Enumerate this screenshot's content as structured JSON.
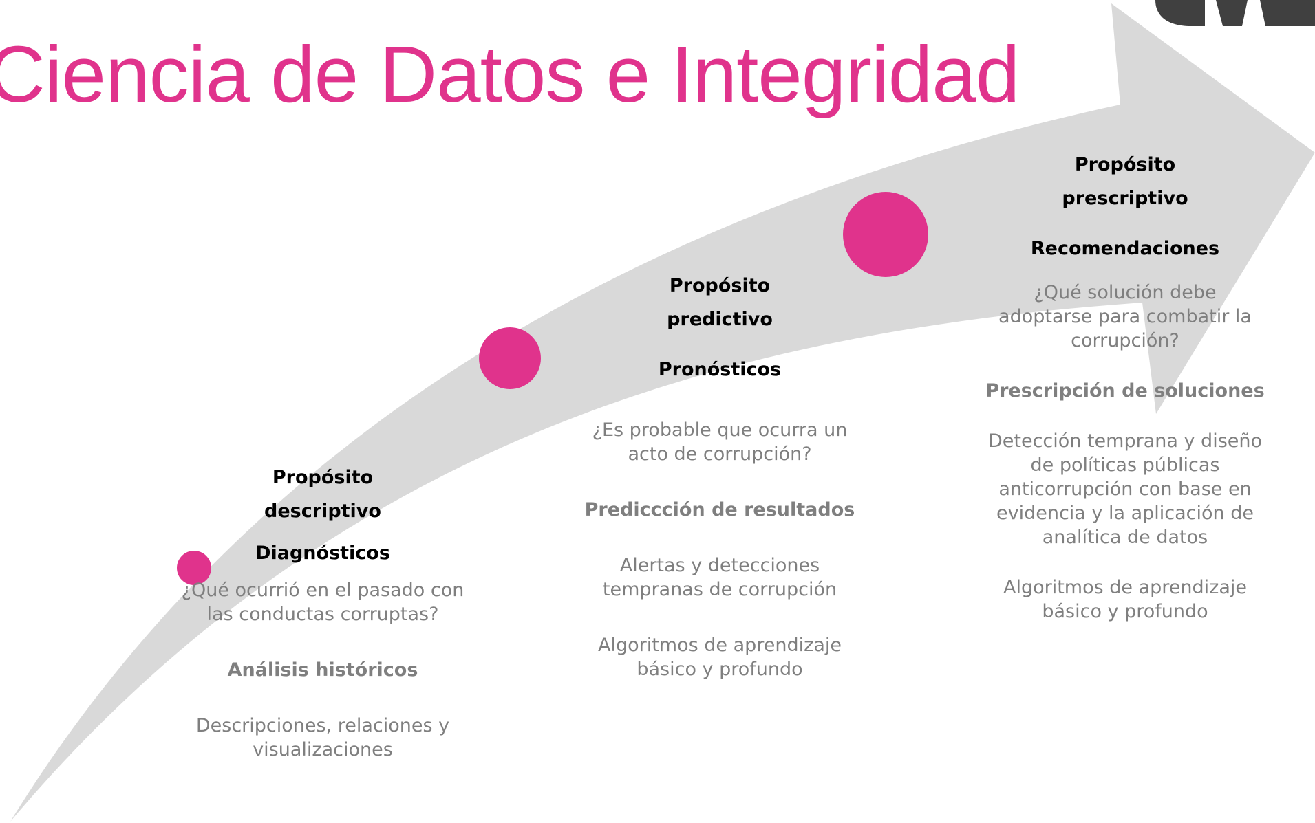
{
  "title": "Ciencia de Datos e Integridad",
  "colors": {
    "accent": "#E0338C",
    "arrow": "#D9D9D9",
    "heading": "#000000",
    "body": "#7F7F7F",
    "logo": "#404040"
  },
  "stages": [
    {
      "purpose": "Propósito descriptivo",
      "output": "Diagnósticos",
      "question": "¿Qué ocurrió en el pasado con las conductas corruptas?",
      "analysis": "Análisis históricos",
      "technique": "Descripciones, relaciones y visualizaciones"
    },
    {
      "purpose": "Propósito predictivo",
      "output": "Pronósticos",
      "question": "¿Es probable que ocurra un acto de corrupción?",
      "analysis": "Prediccción de resultados",
      "result": "Alertas y  detecciones tempranas de corrupción",
      "technique": "Algoritmos de aprendizaje básico y profundo"
    },
    {
      "purpose": "Propósito prescriptivo",
      "output": "Recomendaciones",
      "question": "¿Qué solución debe adoptarse para combatir la corrupción?",
      "analysis": "Prescripción de soluciones",
      "result": "Detección temprana y diseño de políticas públicas anticorrupción con base en evidencia y la aplicación de analítica de datos",
      "technique": "Algoritmos de aprendizaje básico y profundo"
    }
  ]
}
